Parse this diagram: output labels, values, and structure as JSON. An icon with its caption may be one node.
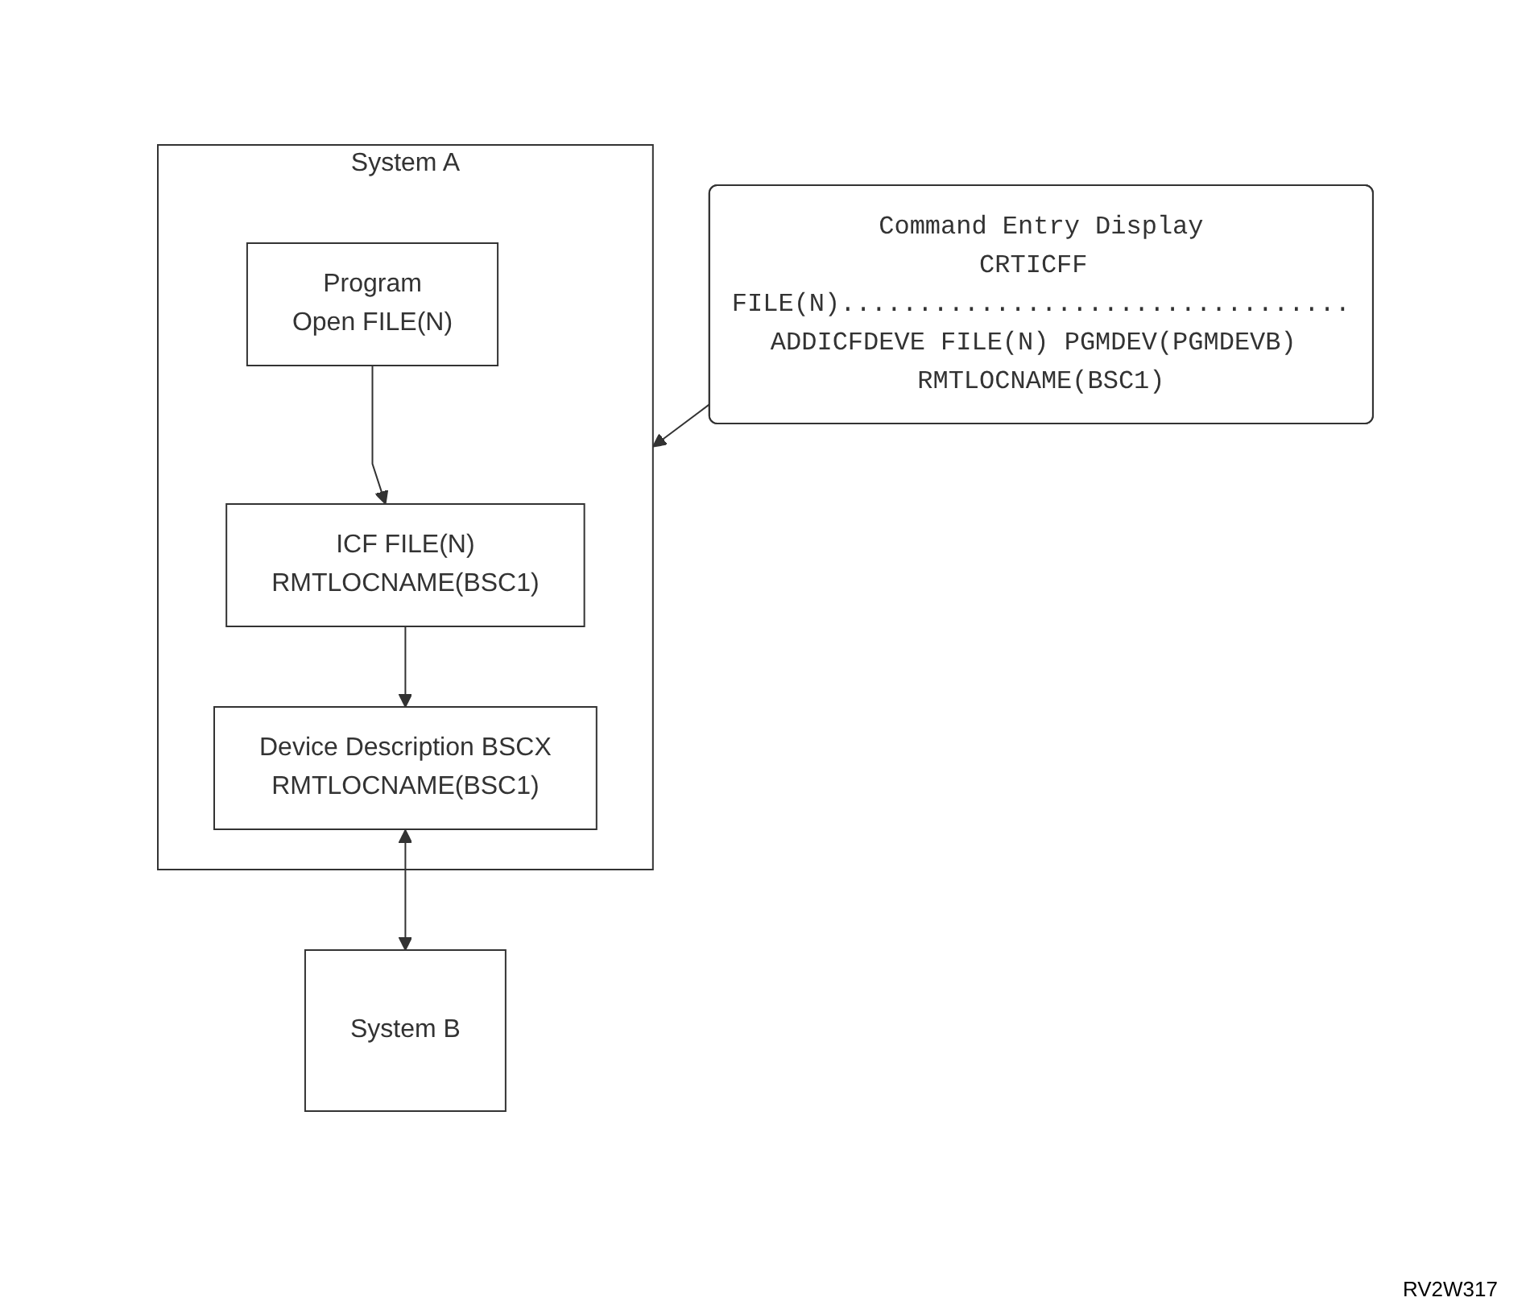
{
  "diagram": {
    "nodes": [
      {
        "text": [
          "Command Entry Display",
          "CRTICFF FILE(N).................................",
          "ADDICFDEVE FILE(N) PGMDEV(PGMDEVB) RMTLOCNAME(BSC1)"
        ]
      },
      {
        "text": [
          "System A"
        ]
      },
      {
        "text": [
          "ICF FILE(N)",
          "RMTLOCNAME(BSC1)"
        ],
        "in": 1
      },
      {
        "text": [
          "Program",
          "Open FILE(N)"
        ],
        "in": 1
      },
      {
        "text": [
          "Device Description BSCX",
          "RMTLOCNAME(BSC1)"
        ],
        "in": 1
      },
      {
        "text": [
          "System B"
        ]
      }
    ],
    "edges": [
      {
        "from": 0,
        "to": 1,
        "arrow": "to"
      },
      {
        "from": 3,
        "to": 2,
        "arrow": "to"
      },
      {
        "from": 2,
        "to": 4,
        "arrow": "to"
      },
      {
        "from": 4,
        "to": 5,
        "arrow": "both"
      }
    ],
    "labels": [
      "RV2W317"
    ]
  }
}
